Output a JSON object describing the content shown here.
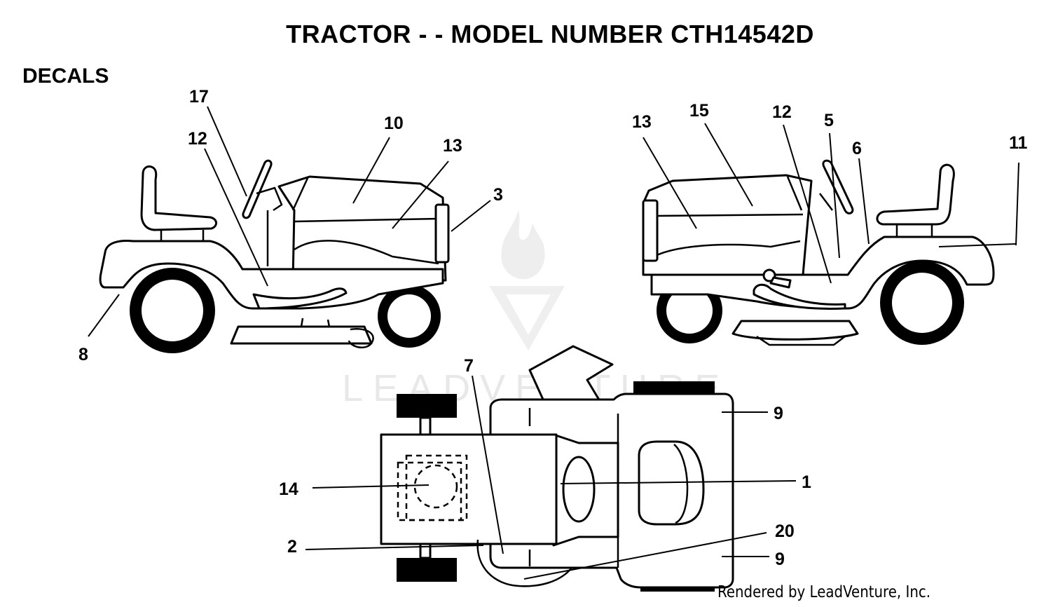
{
  "title": "TRACTOR - - MODEL NUMBER CTH14542D",
  "section_label": "DECALS",
  "footer": "Rendered by LeadVenture, Inc.",
  "watermark": "LEADVENTURE",
  "callouts": {
    "c17": "17",
    "c12a": "12",
    "c10": "10",
    "c13a": "13",
    "c3": "3",
    "c8": "8",
    "c13b": "13",
    "c15": "15",
    "c12b": "12",
    "c5": "5",
    "c6": "6",
    "c11": "11",
    "c7": "7",
    "c9a": "9",
    "c1": "1",
    "c14": "14",
    "c20": "20",
    "c2": "2",
    "c9b": "9"
  }
}
